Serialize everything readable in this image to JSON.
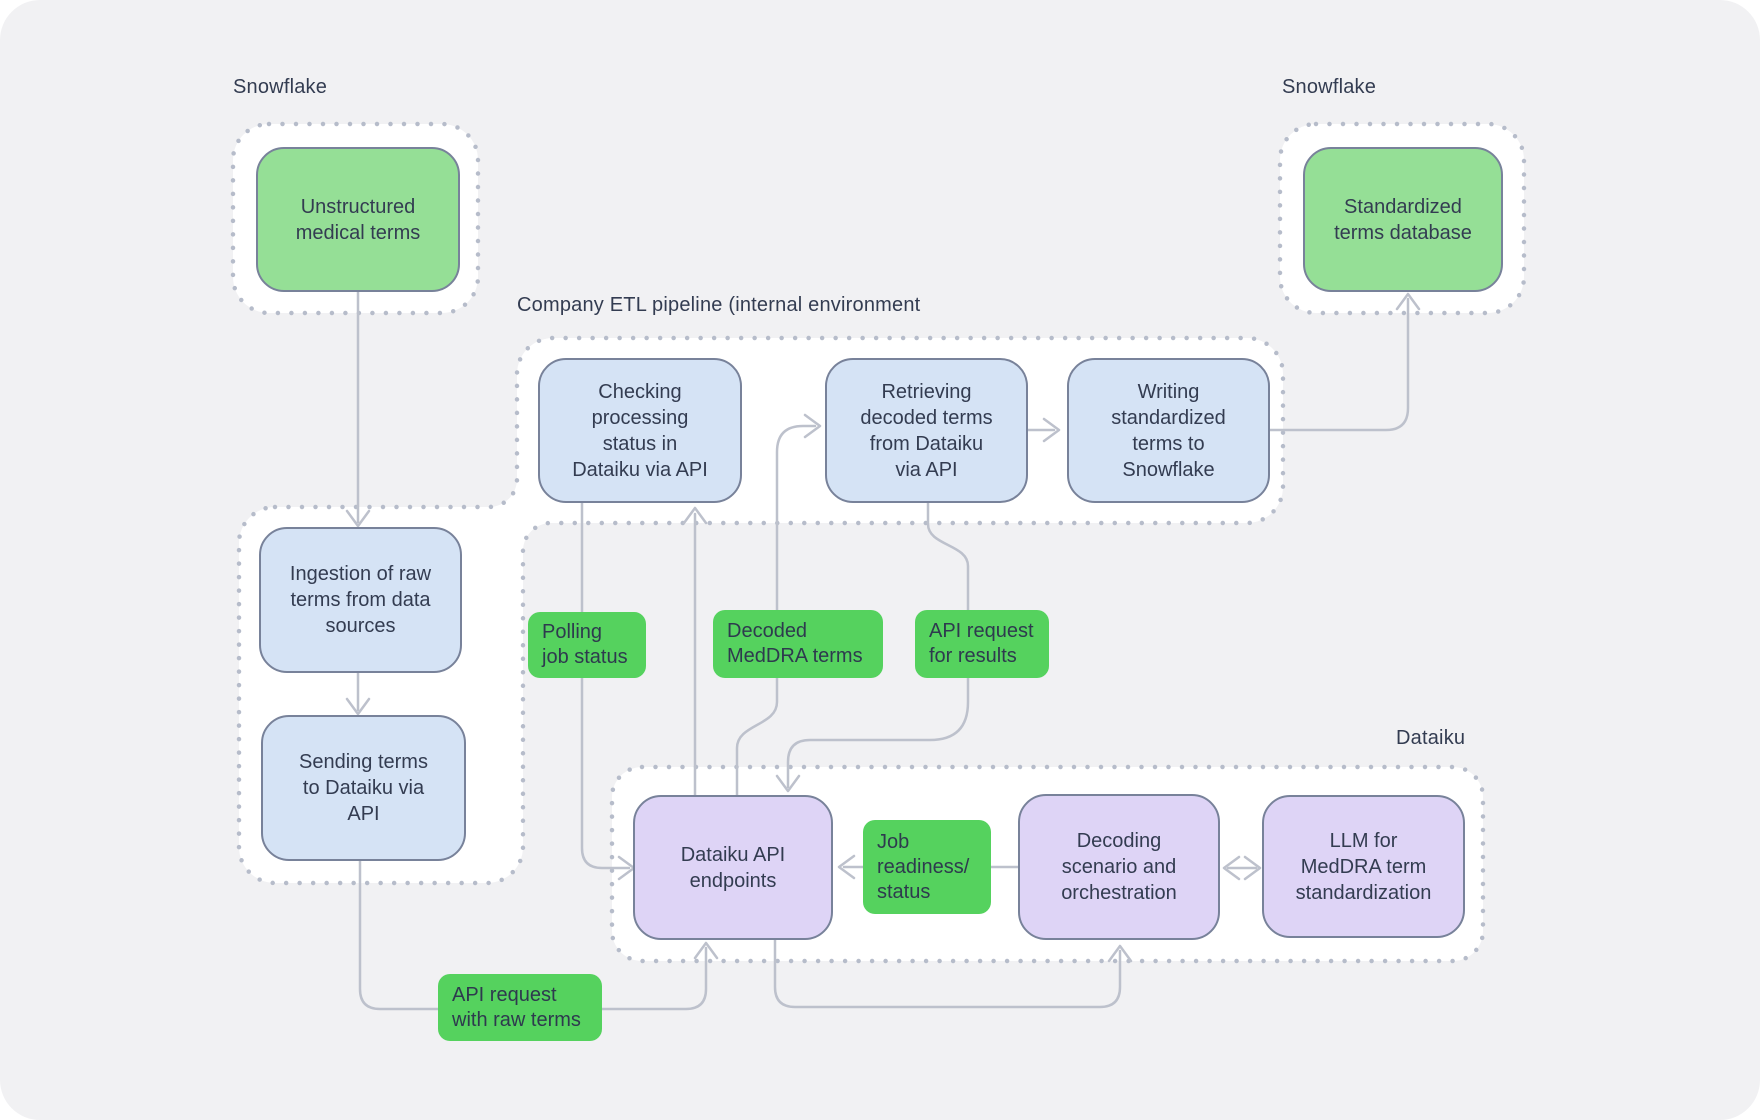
{
  "groups": {
    "snowflake_left_label": "Snowflake",
    "snowflake_right_label": "Snowflake",
    "etl_label": "Company ETL pipeline (internal environment",
    "dataiku_label": "Dataiku"
  },
  "nodes": {
    "unstructured": "Unstructured\nmedical terms",
    "standardized": "Standardized\nterms database",
    "ingestion": "Ingestion of raw\nterms from data\nsources",
    "sending": "Sending terms\nto Dataiku via\nAPI",
    "checking": "Checking\nprocessing\nstatus in\nDataiku via API",
    "retrieving": "Retrieving\ndecoded terms\nfrom Dataiku\nvia API",
    "writing": "Writing\nstandardized\nterms to\nSnowflake",
    "endpoints": "Dataiku API\nendpoints",
    "decoding": "Decoding\nscenario and\norchestration",
    "llm": "LLM for\nMedDRA term\nstandardization"
  },
  "edge_labels": {
    "polling": "Polling\njob status",
    "decoded": "Decoded\nMedDRA terms",
    "api_results": "API request\nfor results",
    "job_readiness": "Job\nreadiness/\nstatus",
    "api_raw": "API request\nwith raw terms"
  },
  "colors": {
    "canvas_bg": "#f1f1f3",
    "container_fill": "#ffffff",
    "container_dot": "#b6bcca",
    "node_border": "#78829a",
    "node_green": "#95df96",
    "node_blue": "#d5e3f5",
    "node_purple": "#ded4f6",
    "edge_label_green": "#55d25e",
    "connector": "#bdc1cc",
    "text": "#333c51"
  }
}
